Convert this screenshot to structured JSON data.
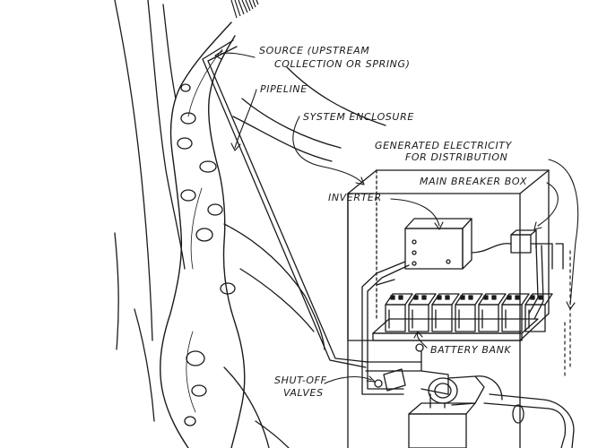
{
  "diagram": {
    "labels": {
      "source_line1": "SOURCE (UPSTREAM",
      "source_line2": "COLLECTION OR SPRING)",
      "pipeline": "PIPELINE",
      "system_enclosure": "SYSTEM ENCLOSURE",
      "generated_line1": "GENERATED ELECTRICITY",
      "generated_line2": "FOR DISTRIBUTION",
      "main_breaker_box": "MAIN BREAKER BOX",
      "inverter": "INVERTER",
      "battery_bank": "BATTERY BANK",
      "shutoff_line1": "SHUT-OFF",
      "shutoff_line2": "VALVES"
    },
    "colors": {
      "ink": "#1a1a1a",
      "paper": "#ffffff"
    }
  }
}
